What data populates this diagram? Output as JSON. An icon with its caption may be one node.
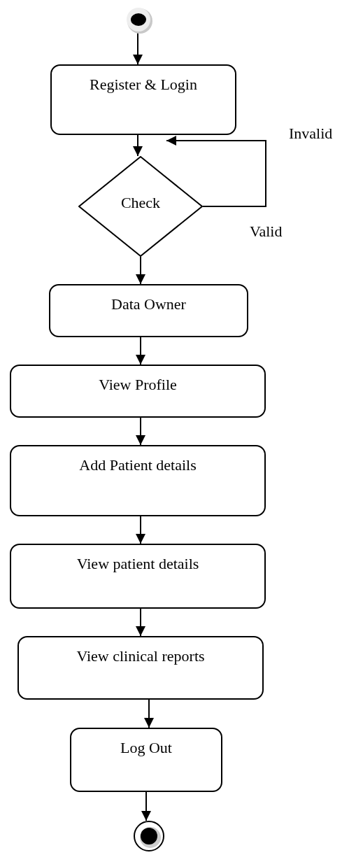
{
  "diagram": {
    "nodes": [
      {
        "text": [],
        "shape": "circle"
      },
      {
        "text": [
          "Register & Login"
        ]
      },
      {
        "text": [
          "Check"
        ]
      },
      {
        "text": [
          "Data Owner"
        ]
      },
      {
        "text": [
          "View Profile"
        ]
      },
      {
        "text": [
          "Add Patient details"
        ]
      },
      {
        "text": [
          "View patient details"
        ]
      },
      {
        "text": [
          "View clinical reports"
        ]
      },
      {
        "text": [
          "Log Out"
        ]
      },
      {
        "text": [],
        "shape": "circle"
      }
    ],
    "edges": [
      {
        "from": 0,
        "to": 1,
        "arrow": "to"
      },
      {
        "from": 1,
        "to": 2,
        "arrow": "to"
      },
      {
        "from": 2,
        "to": 1,
        "arrow": "to"
      },
      {
        "from": 2,
        "to": 3,
        "arrow": "to"
      },
      {
        "from": 3,
        "to": 4,
        "arrow": "to"
      },
      {
        "from": 4,
        "to": 5,
        "arrow": "to"
      },
      {
        "from": 5,
        "to": 6,
        "arrow": "to"
      },
      {
        "from": 6,
        "to": 7,
        "arrow": "to"
      },
      {
        "from": 7,
        "to": 8,
        "arrow": "to"
      },
      {
        "from": 8,
        "to": 9,
        "arrow": "to"
      }
    ],
    "labels": [
      "Invalid",
      "Valid"
    ]
  }
}
